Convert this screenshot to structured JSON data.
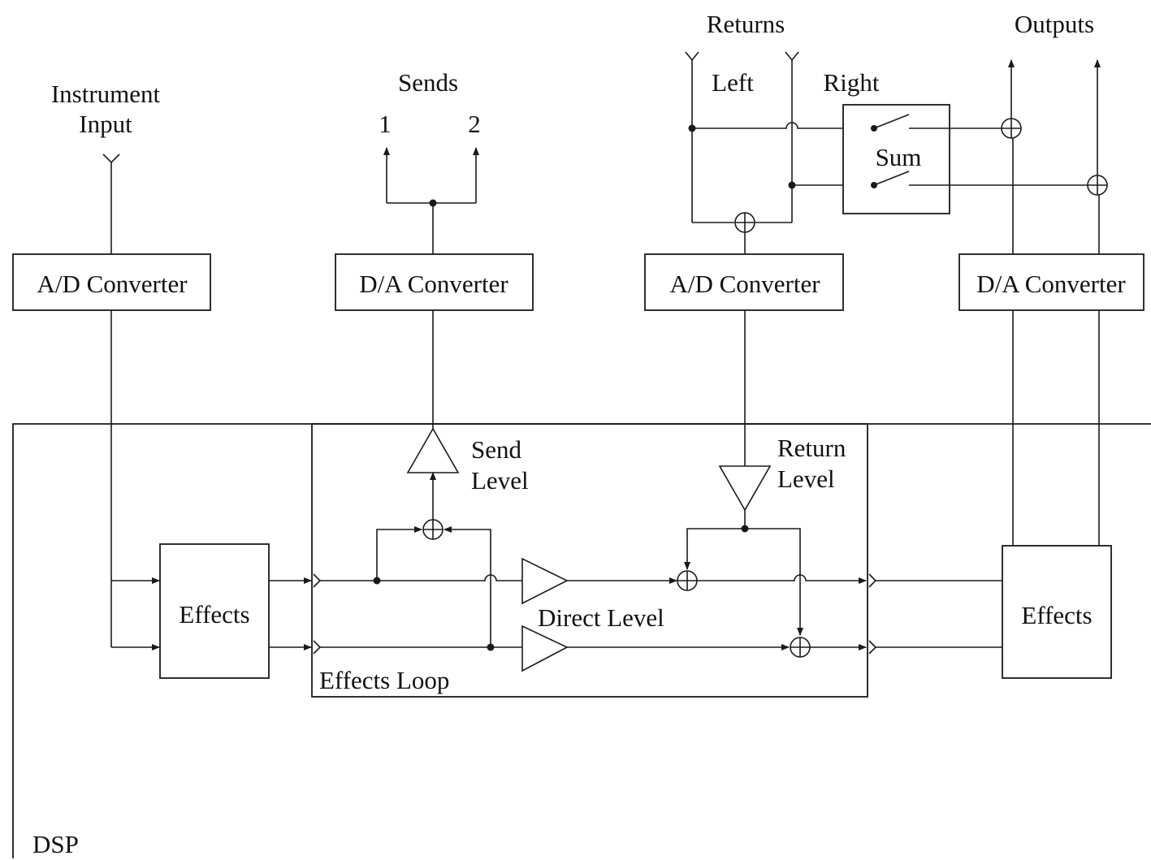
{
  "labels": {
    "instrument_input_line1": "Instrument",
    "instrument_input_line2": "Input",
    "sends": "Sends",
    "send_1": "1",
    "send_2": "2",
    "returns": "Returns",
    "left": "Left",
    "right": "Right",
    "outputs": "Outputs",
    "sum": "Sum",
    "ad_converter_in": "A/D Converter",
    "da_converter_send": "D/A Converter",
    "ad_converter_return": "A/D Converter",
    "da_converter_out": "D/A Converter",
    "send_level_line1": "Send",
    "send_level_line2": "Level",
    "return_level_line1": "Return",
    "return_level_line2": "Level",
    "effects_pre": "Effects",
    "effects_post": "Effects",
    "direct_level": "Direct Level",
    "effects_loop": "Effects Loop",
    "dsp": "DSP"
  }
}
